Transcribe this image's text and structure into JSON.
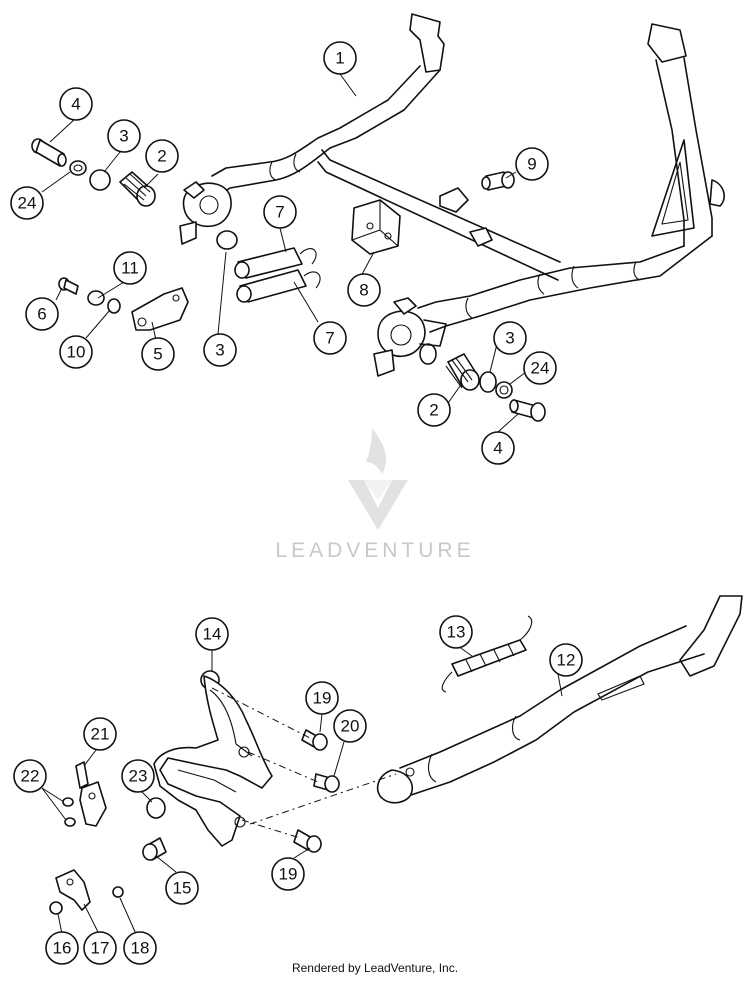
{
  "watermark": {
    "text": "LEADVENTURE"
  },
  "footer": {
    "text": "Rendered by LeadVenture, Inc."
  },
  "callouts": [
    {
      "id": "c1",
      "label": "1"
    },
    {
      "id": "c2a",
      "label": "2"
    },
    {
      "id": "c3a",
      "label": "3"
    },
    {
      "id": "c4a",
      "label": "4"
    },
    {
      "id": "c24a",
      "label": "24"
    },
    {
      "id": "c9",
      "label": "9"
    },
    {
      "id": "c7a",
      "label": "7"
    },
    {
      "id": "c7b",
      "label": "7"
    },
    {
      "id": "c8",
      "label": "8"
    },
    {
      "id": "c11",
      "label": "11"
    },
    {
      "id": "c6",
      "label": "6"
    },
    {
      "id": "c10",
      "label": "10"
    },
    {
      "id": "c5",
      "label": "5"
    },
    {
      "id": "c3b",
      "label": "3"
    },
    {
      "id": "c3c",
      "label": "3"
    },
    {
      "id": "c24b",
      "label": "24"
    },
    {
      "id": "c2b",
      "label": "2"
    },
    {
      "id": "c4b",
      "label": "4"
    },
    {
      "id": "c14",
      "label": "14"
    },
    {
      "id": "c13",
      "label": "13"
    },
    {
      "id": "c12",
      "label": "12"
    },
    {
      "id": "c19a",
      "label": "19"
    },
    {
      "id": "c20",
      "label": "20"
    },
    {
      "id": "c21",
      "label": "21"
    },
    {
      "id": "c22",
      "label": "22"
    },
    {
      "id": "c23",
      "label": "23"
    },
    {
      "id": "c15",
      "label": "15"
    },
    {
      "id": "c19b",
      "label": "19"
    },
    {
      "id": "c16",
      "label": "16"
    },
    {
      "id": "c17",
      "label": "17"
    },
    {
      "id": "c18",
      "label": "18"
    }
  ]
}
